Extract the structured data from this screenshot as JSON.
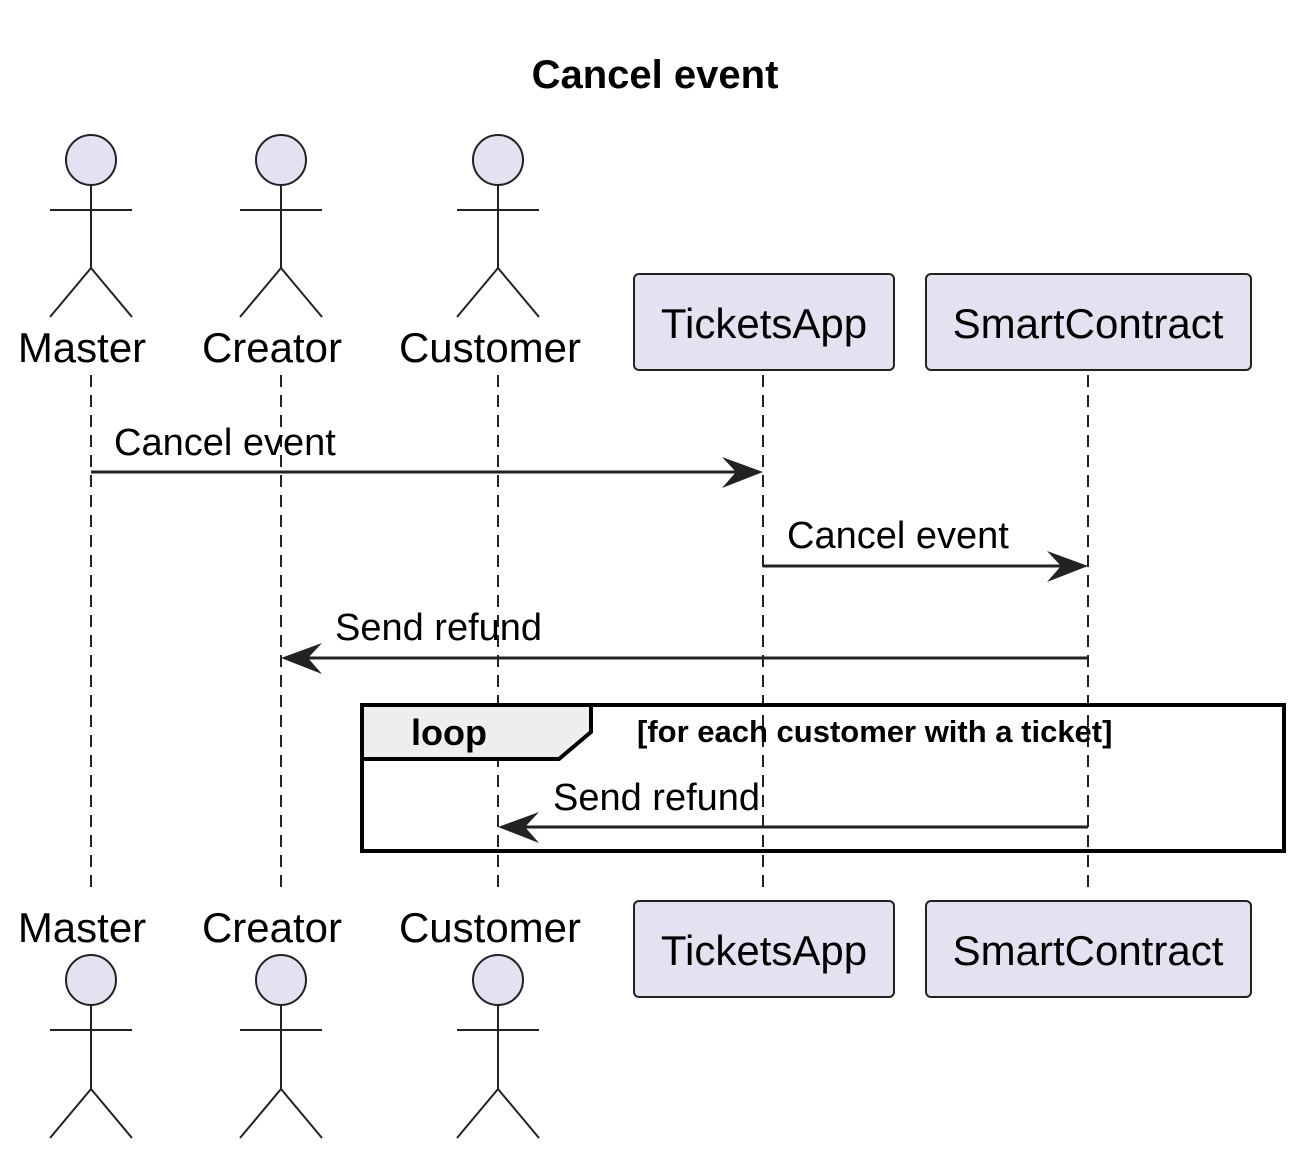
{
  "title": "Cancel event",
  "colors": {
    "participant_fill": "#e2e2f0",
    "line": "#222222",
    "frame_tab": "#eeeeee"
  },
  "participants": [
    {
      "id": "master",
      "label": "Master",
      "kind": "actor"
    },
    {
      "id": "creator",
      "label": "Creator",
      "kind": "actor"
    },
    {
      "id": "customer",
      "label": "Customer",
      "kind": "actor"
    },
    {
      "id": "ticketsapp",
      "label": "TicketsApp",
      "kind": "participant"
    },
    {
      "id": "smartcontract",
      "label": "SmartContract",
      "kind": "participant"
    }
  ],
  "messages": [
    {
      "from": "master",
      "to": "ticketsapp",
      "label": "Cancel event"
    },
    {
      "from": "ticketsapp",
      "to": "smartcontract",
      "label": "Cancel event"
    },
    {
      "from": "smartcontract",
      "to": "creator",
      "label": "Send refund"
    },
    {
      "from": "smartcontract",
      "to": "customer",
      "label": "Send refund"
    }
  ],
  "loop": {
    "label": "loop",
    "guard": "[for each customer with a ticket]"
  }
}
